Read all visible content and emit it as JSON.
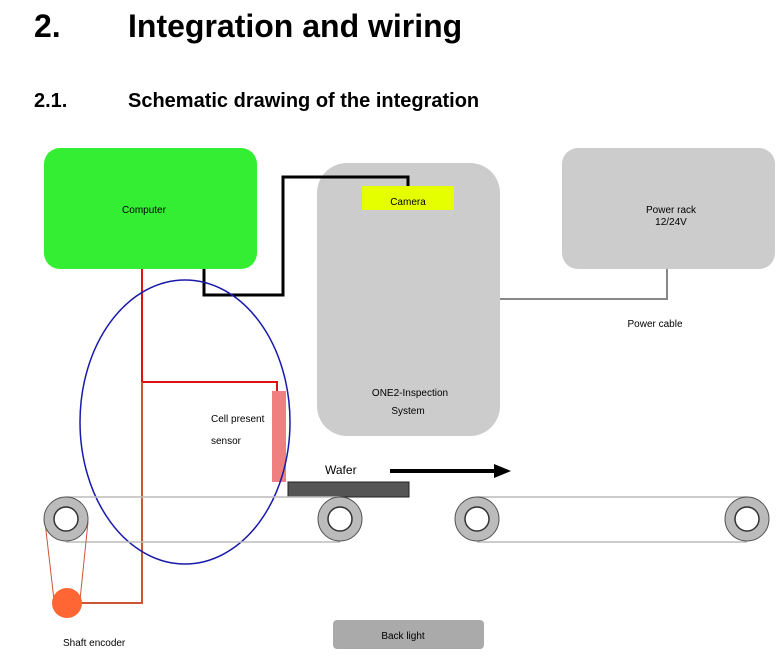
{
  "heading": {
    "number": "2.",
    "title": "Integration and wiring"
  },
  "subheading": {
    "number": "2.1.",
    "title": "Schematic drawing of the integration"
  },
  "diagram": {
    "computer_label": "Computer",
    "camera_label": "Camera",
    "power_rack_line1": "Power rack",
    "power_rack_line2": "12/24V",
    "power_cable_label": "Power cable",
    "inspection_line1": "ONE2-Inspection",
    "inspection_line2": "System",
    "cell_sensor_line1": "Cell present",
    "cell_sensor_line2": "sensor",
    "wafer_label": "Wafer",
    "shaft_encoder_label": "Shaft encoder",
    "back_light_label": "Back light",
    "colors": {
      "computer": "#33ee33",
      "camera": "#e6ff00",
      "box_gray": "#cccccc",
      "sensor": "#f08080",
      "encoder": "#ff6633",
      "ellipse": "#1a1aaa",
      "red_wire": "#dd1111",
      "brown_wire": "#cc5533",
      "wafer": "#555555",
      "back_light": "#aaaaaa"
    }
  }
}
